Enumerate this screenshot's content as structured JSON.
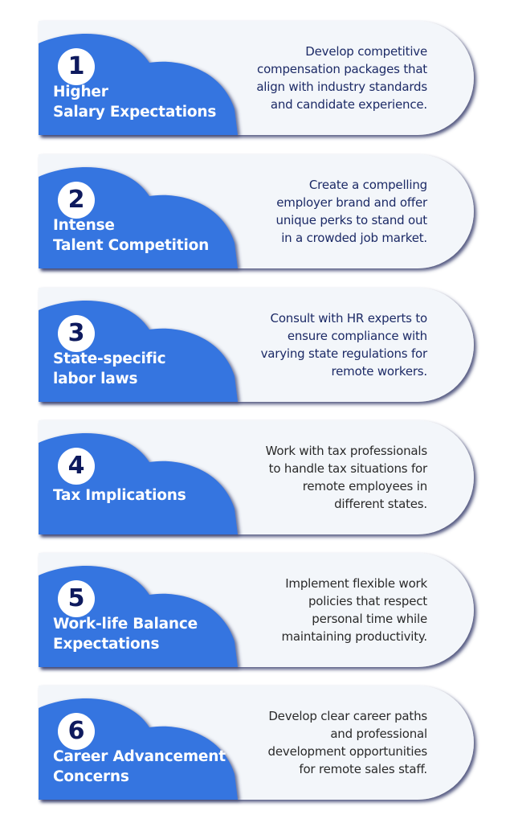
{
  "colors": {
    "card_bg": "#f3f6fa",
    "cloud_blue": "#3674e0",
    "shadow": "#3a3f6e",
    "number_text": "#0e1a5e",
    "desc_navy": "#1c2a66",
    "desc_dark": "#2a2a2a"
  },
  "items": [
    {
      "number": "1",
      "title_lines": [
        "Higher",
        "Salary Expectations"
      ],
      "description_lines": [
        "Develop competitive",
        "compensation packages that",
        "align with industry standards",
        "and candidate experience."
      ],
      "desc_color": "#1c2a66"
    },
    {
      "number": "2",
      "title_lines": [
        "Intense",
        "Talent Competition"
      ],
      "description_lines": [
        "Create a compelling",
        "employer brand and offer",
        "unique perks to stand out",
        "in a crowded job market."
      ],
      "desc_color": "#1c2a66"
    },
    {
      "number": "3",
      "title_lines": [
        "State-specific",
        "labor laws"
      ],
      "description_lines": [
        "Consult with HR experts to",
        "ensure compliance with",
        "varying state regulations for",
        "remote workers."
      ],
      "desc_color": "#1c2a66"
    },
    {
      "number": "4",
      "title_lines": [
        "Tax Implications"
      ],
      "description_lines": [
        "Work with tax professionals",
        "to handle tax situations for",
        "remote employees in",
        "different states."
      ],
      "desc_color": "#2a2a2a"
    },
    {
      "number": "5",
      "title_lines": [
        "Work-life Balance",
        "Expectations"
      ],
      "description_lines": [
        "Implement flexible work",
        "policies that respect",
        "personal time while",
        "maintaining productivity."
      ],
      "desc_color": "#2a2a2a"
    },
    {
      "number": "6",
      "title_lines": [
        "Career Advancement",
        "Concerns"
      ],
      "description_lines": [
        "Develop clear career paths",
        "and professional",
        "development opportunities",
        "for remote sales staff."
      ],
      "desc_color": "#2a2a2a"
    }
  ]
}
